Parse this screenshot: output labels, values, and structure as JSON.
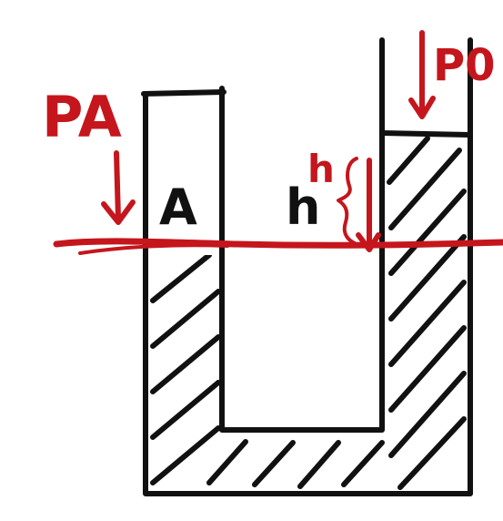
{
  "labels": {
    "pa": "PA",
    "a": "A",
    "h_black": "h",
    "h_red": "h",
    "p0": "P0"
  },
  "colors": {
    "ink": "#111111",
    "red": "#c4161c",
    "background": "#ffffff"
  }
}
